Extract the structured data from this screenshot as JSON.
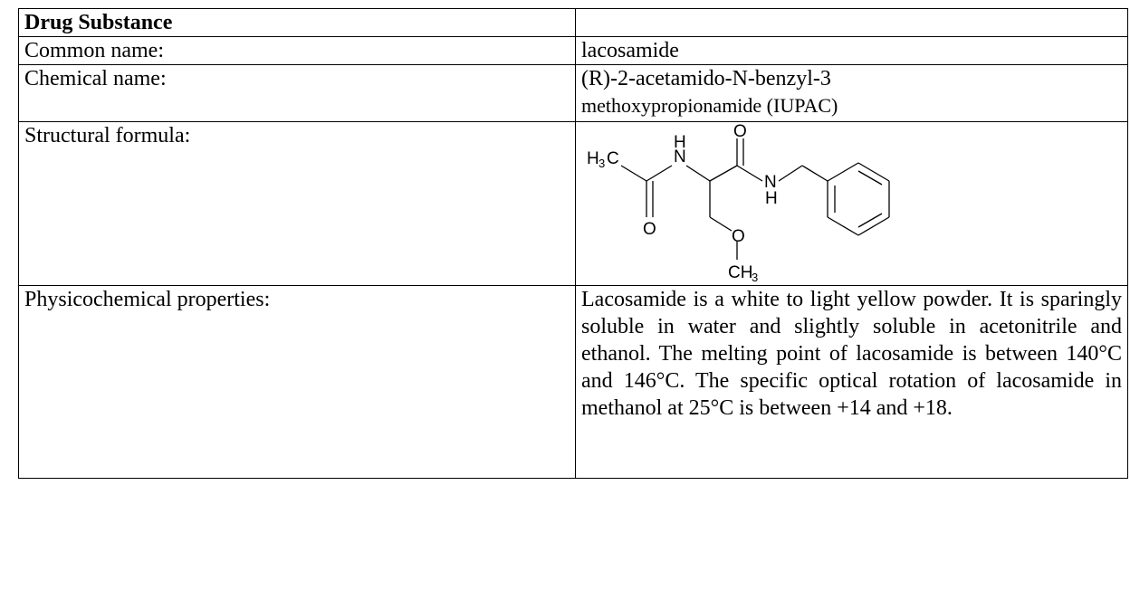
{
  "table": {
    "header": {
      "label": "Drug Substance",
      "value": ""
    },
    "rows": [
      {
        "label": "Common name:",
        "value": "lacosamide"
      },
      {
        "label": "Chemical name:",
        "value_line1": "(R)-2-acetamido-N-benzyl-3",
        "value_line2": "methoxypropionamide (IUPAC)"
      },
      {
        "label": "Structural formula:",
        "structure_atoms": {
          "methyl_left": "H",
          "methyl_left_sub": "3",
          "methyl_left_c": "C",
          "nh_left": "N",
          "nh_left_h": "H",
          "o_acetyl": "O",
          "o_amide": "O",
          "nh_right_n": "N",
          "nh_right_h": "H",
          "o_ether": "O",
          "methyl_bottom": "CH",
          "methyl_bottom_sub": "3"
        }
      },
      {
        "label": "Physicochemical properties:",
        "value": "Lacosamide is a white to light yellow powder. It is sparingly soluble in water and slightly soluble in acetonitrile and ethanol. The melting point of lacosamide is between 140°C and 146°C. The specific optical rotation of lacosamide in methanol at 25°C is between +14 and +18."
      }
    ]
  }
}
